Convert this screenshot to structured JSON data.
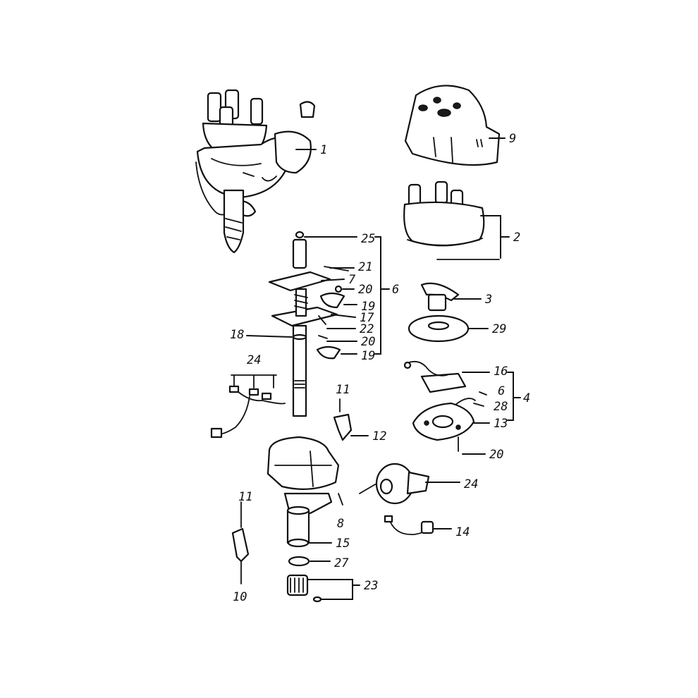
{
  "callouts": {
    "c1": "1",
    "c9": "9",
    "c2": "2",
    "c25": "25",
    "c21": "21",
    "c7": "7",
    "c20a": "20",
    "c6_group": "6",
    "c19a": "19",
    "c17": "17",
    "c22": "22",
    "c18": "18",
    "c20b": "20",
    "c19b": "19",
    "c3": "3",
    "c29": "29",
    "c24a": "24",
    "c16": "16",
    "c6b": "6",
    "c4": "4",
    "c28": "28",
    "c13": "13",
    "c11a": "11",
    "c12": "12",
    "c20c": "20",
    "c24b": "24",
    "c11b": "11",
    "c8": "8",
    "c14": "14",
    "c15": "15",
    "c27": "27",
    "c23": "23",
    "c10": "10"
  }
}
